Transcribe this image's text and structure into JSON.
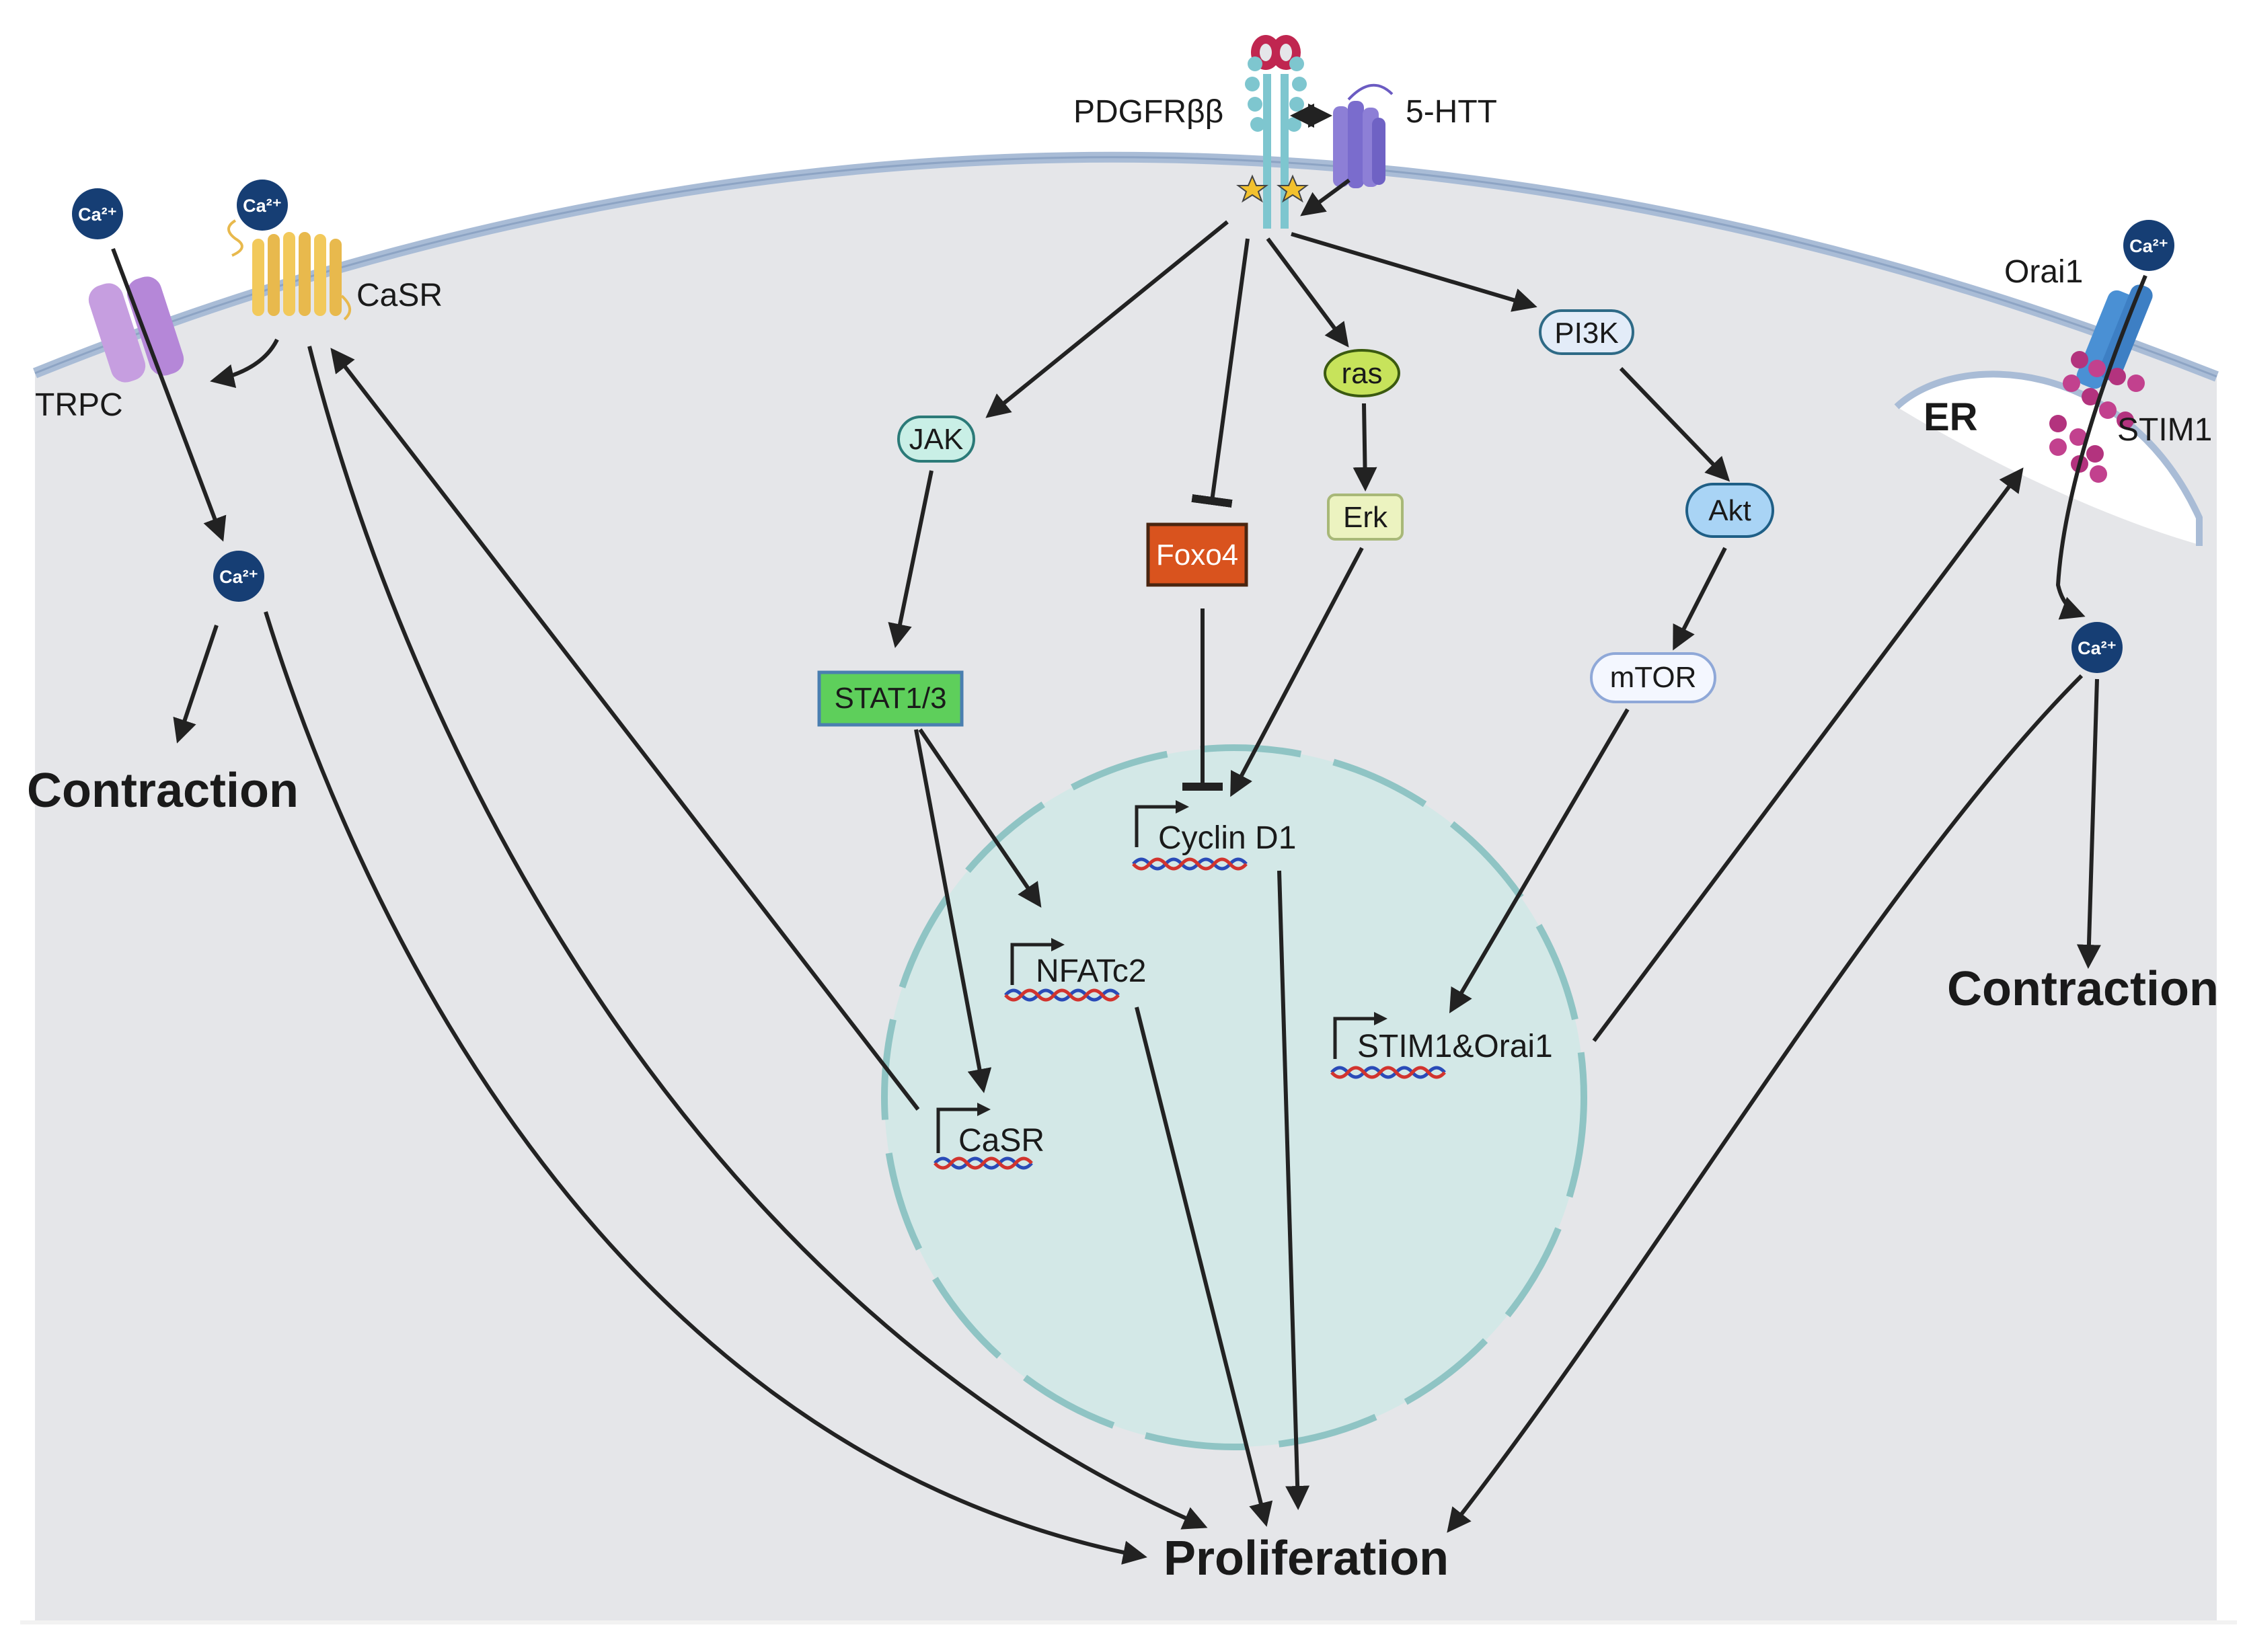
{
  "receptor": {
    "label": "PDGFRββ",
    "partner": "5-HTT"
  },
  "membrane": {
    "casr": "CaSR",
    "trpc": "TRPC",
    "orai": "Orai1",
    "stim": "STIM1",
    "er": "ER"
  },
  "ion": {
    "label": "Ca²⁺"
  },
  "nodes": {
    "jak": "JAK",
    "stat": "STAT1/3",
    "foxo": "Foxo4",
    "ras": "ras",
    "erk": "Erk",
    "pi3k": "PI3K",
    "akt": "Akt",
    "mtor": "mTOR"
  },
  "genes": {
    "cyclin": "Cyclin D1",
    "nfat": "NFATc2",
    "casr": "CaSR",
    "stim_orai": "STIM1&Orai1"
  },
  "outcomes": {
    "contraction_left": "Contraction",
    "contraction_right": "Contraction",
    "proliferation": "Proliferation"
  },
  "colors": {
    "cell": "#e5e6e9",
    "membrane": "#a9bcd6",
    "nucleus": "#d3e8e7",
    "nucleus_border": "#8fc4c4",
    "foxo": "#d9531e",
    "stat": "#5ecf5b",
    "ras": "#c7e35b",
    "erk": "#ecf3c0",
    "jak": "#c9efe6",
    "pi3k": "#e3ecf8",
    "akt": "#a9d4f5",
    "mtor": "#f4f7ff",
    "ca": "#163e74"
  }
}
